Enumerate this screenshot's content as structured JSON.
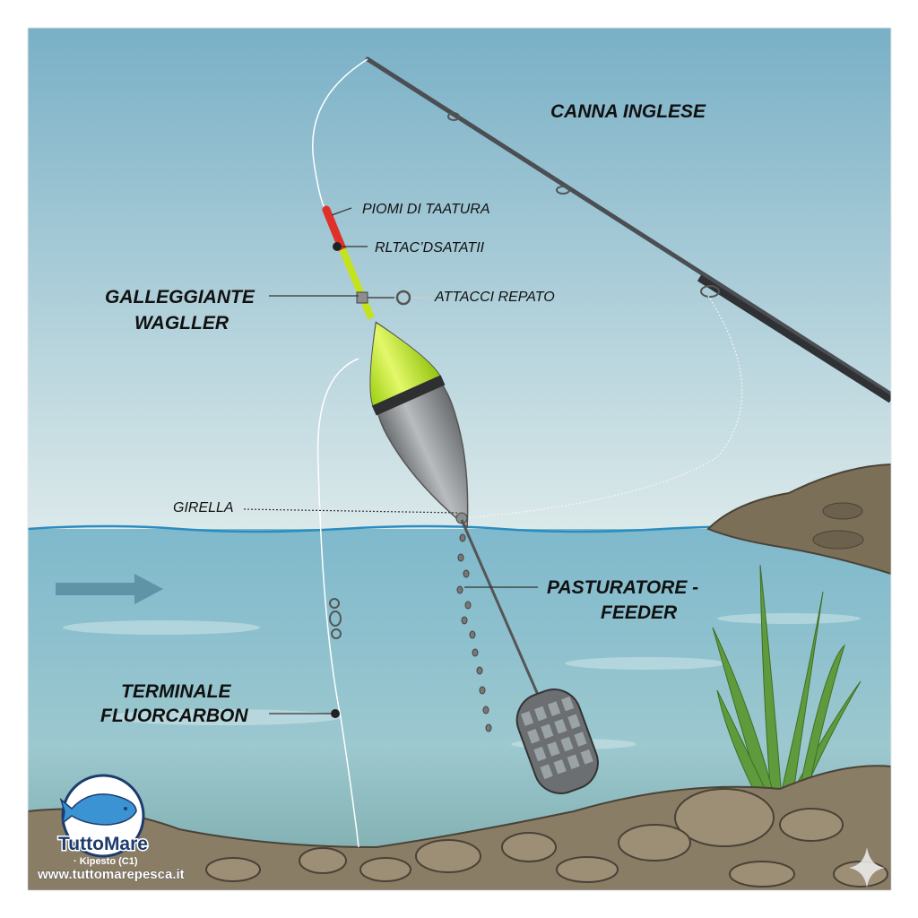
{
  "labels": {
    "rod": "CANNA INGLESE",
    "shot": "PIOMI DI TAATURA",
    "attach": "RLTAC’DSATATII",
    "attach2": "ATTACCI REPATO",
    "float_line1": "GALLEGGIANTE",
    "float_line2": "WAGLLER",
    "swivel": "GIRELLA",
    "feeder_line1": "PASTURATORE -",
    "feeder_line2": "FEEDER",
    "leader_line1": "TERMINALE",
    "leader_line2": "FLUORCARBON"
  },
  "logo": {
    "brand": "TuttoMare",
    "subtitle": "· Kipesto (C1)",
    "url": "www.tuttomarepesca.it"
  },
  "colors": {
    "sky_top": "#79b0c6",
    "sky_bottom": "#dbe9ea",
    "water": "#7fb9cc",
    "float_green": "#b8e21c",
    "float_grey": "#8a8d90",
    "float_tip": "#e0302a",
    "riverbed": "#8a7d66"
  }
}
